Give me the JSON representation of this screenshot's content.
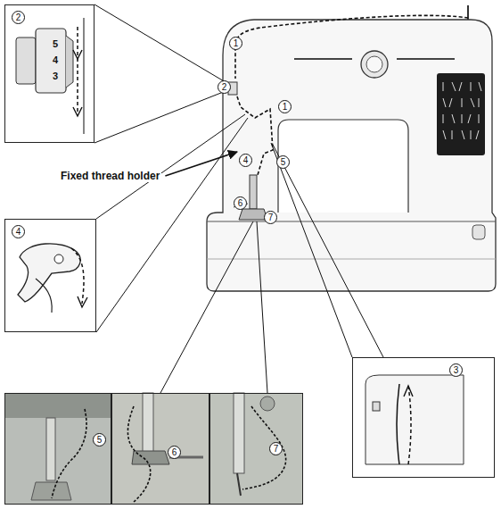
{
  "diagram": {
    "nodes": [
      {
        "text": [
          "2",
          "5",
          "4",
          "3"
        ]
      },
      {
        "text": [
          "4"
        ]
      },
      {
        "text": [
          "3"
        ]
      },
      {
        "text": [
          "5"
        ]
      },
      {
        "text": [
          "6"
        ]
      },
      {
        "text": [
          "7"
        ]
      }
    ],
    "labels": [
      "Fixed thread holder",
      "1",
      "2",
      "1",
      "4",
      "5",
      "6",
      "7"
    ]
  }
}
